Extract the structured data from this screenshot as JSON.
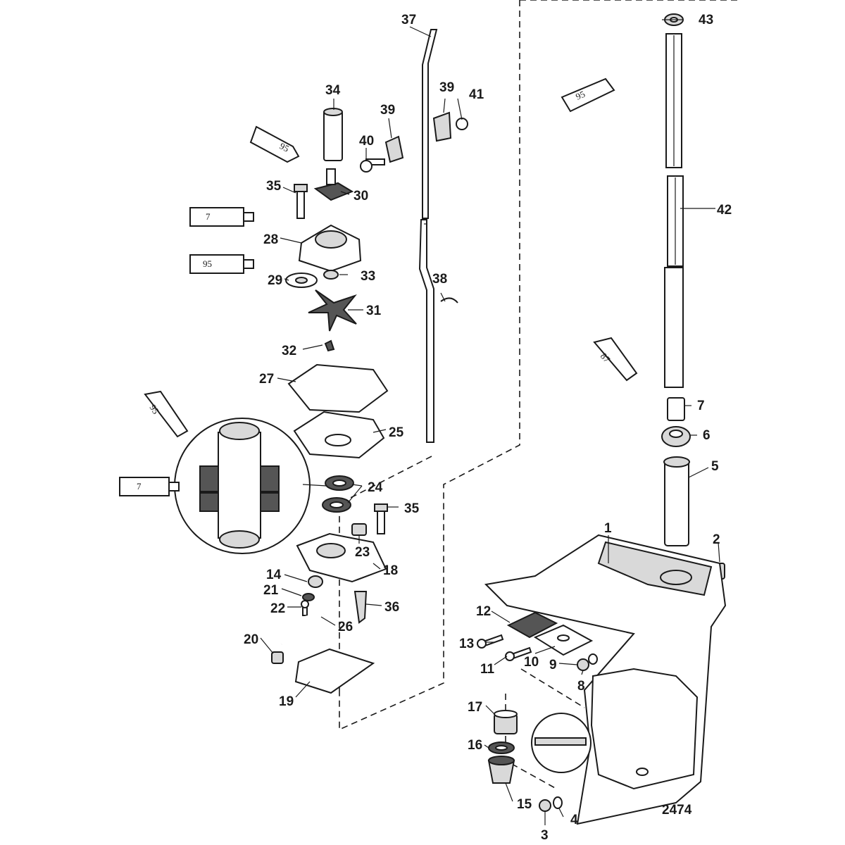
{
  "diagram_number": "2474",
  "callouts": {
    "c1": "1",
    "c2": "2",
    "c3": "3",
    "c4": "4",
    "c5": "5",
    "c6": "6",
    "c7a": "7",
    "c8": "8",
    "c9": "9",
    "c10": "10",
    "c11": "11",
    "c12": "12",
    "c13": "13",
    "c14": "14",
    "c15": "15",
    "c16": "16",
    "c17": "17",
    "c18": "18",
    "c19": "19",
    "c20": "20",
    "c21": "21",
    "c22": "22",
    "c23": "23",
    "c24": "24",
    "c25": "25",
    "c26": "26",
    "c27": "27",
    "c28": "28",
    "c29": "29",
    "c30": "30",
    "c31": "31",
    "c32": "32",
    "c33": "33",
    "c34": "34",
    "c35a": "35",
    "c35b": "35",
    "c36": "36",
    "c37": "37",
    "c38": "38",
    "c39a": "39",
    "c39b": "39",
    "c40": "40",
    "c41": "41",
    "c42": "42",
    "c43": "43"
  },
  "tubes": {
    "t95_top_left": "95",
    "t7_left": "7",
    "t95_left": "95",
    "t95_detail": "95",
    "t7_detail": "7",
    "t95_right": "95",
    "t87_right": "87"
  }
}
